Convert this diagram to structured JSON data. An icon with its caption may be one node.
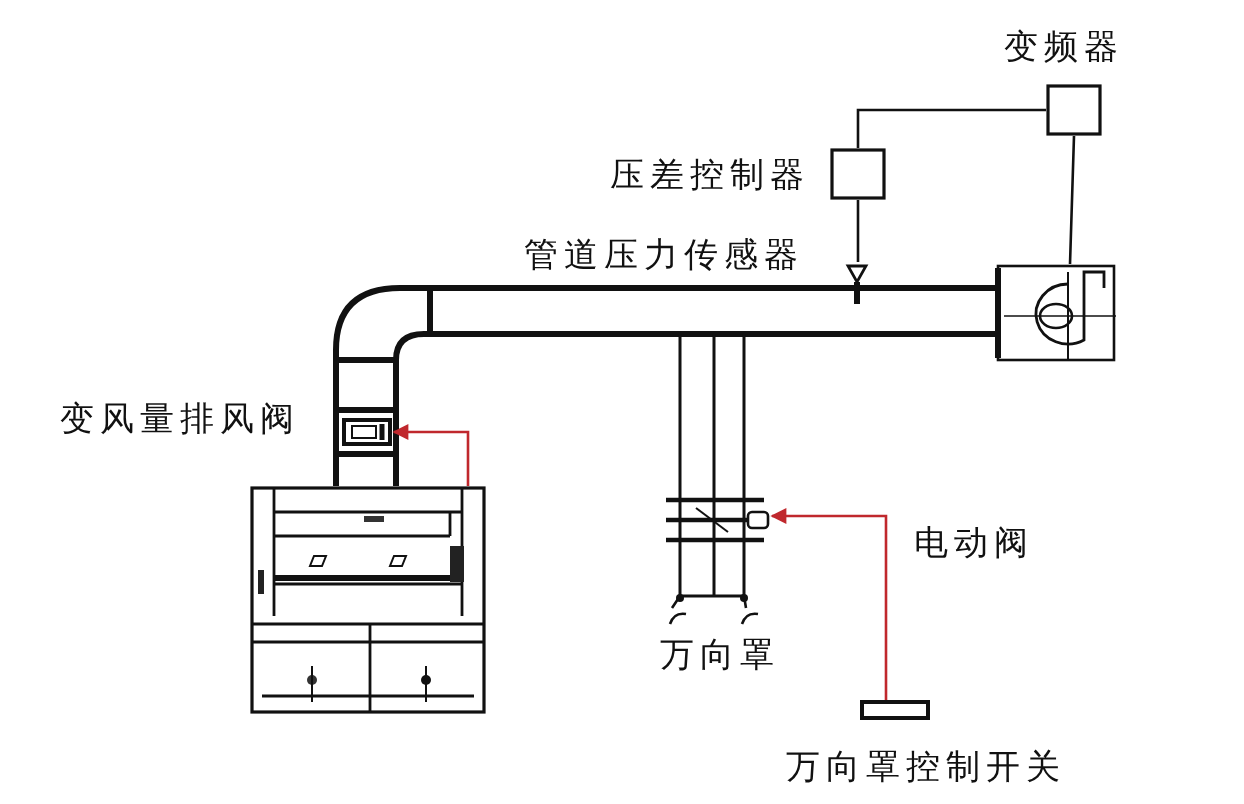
{
  "diagram": {
    "nodes": [
      {
        "text": [],
        "shape": "box",
        "beside": [
          "变频器"
        ]
      },
      {
        "text": [],
        "shape": "box",
        "beside": [
          "压差控制器"
        ]
      },
      {
        "text": [],
        "shape": "sensor",
        "beside": [
          "管道压力传感器"
        ]
      },
      {
        "text": [],
        "shape": "fan"
      },
      {
        "text": [],
        "shape": "damper",
        "beside": [
          "变风量排风阀"
        ]
      },
      {
        "text": [],
        "shape": "cabinet"
      },
      {
        "text": [],
        "shape": "valve"
      },
      {
        "text": [],
        "shape": "hood",
        "beside": [
          "万向罩"
        ]
      },
      {
        "text": [],
        "shape": "bar",
        "beside": [
          "万向罩控制开关"
        ]
      }
    ],
    "edges": [
      {
        "from": 1,
        "to": 0,
        "arrow": "none"
      },
      {
        "from": 2,
        "to": 1,
        "arrow": "none"
      },
      {
        "from": 0,
        "to": 3,
        "arrow": "none"
      },
      {
        "from": 5,
        "to": 4,
        "arrow": "to",
        "color": "#c0282d"
      },
      {
        "from": 8,
        "to": 6,
        "arrow": "to",
        "color": "#c0282d"
      }
    ],
    "labels": [
      "电动阀"
    ]
  }
}
